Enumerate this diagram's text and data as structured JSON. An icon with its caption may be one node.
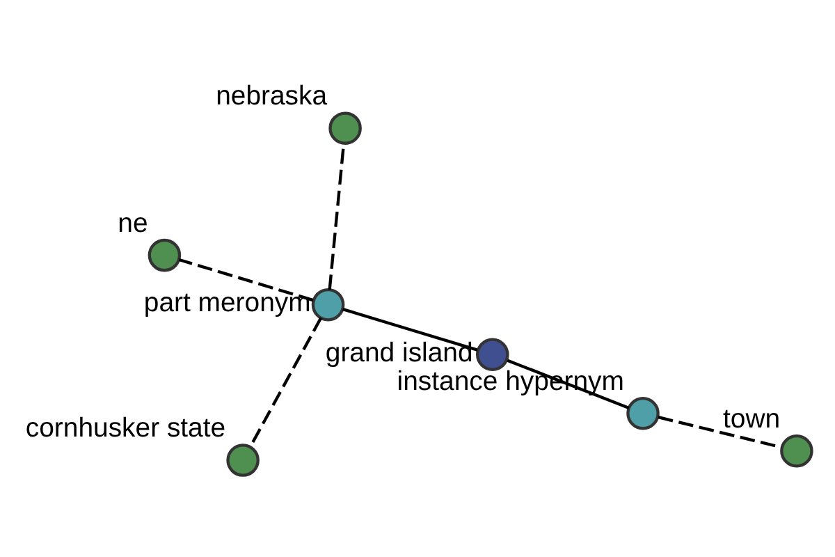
{
  "diagram": {
    "nodes": [
      {
        "text": [
          "nebraska"
        ]
      },
      {
        "text": [
          "cornhusker state"
        ]
      },
      {
        "text": [
          "part meronym"
        ]
      },
      {
        "text": [
          "ne"
        ]
      },
      {
        "text": [
          "grand island"
        ]
      },
      {
        "text": [
          "instance hypernym"
        ]
      },
      {
        "text": [
          "town"
        ]
      }
    ],
    "edges": [
      {
        "from": 2,
        "to": 0,
        "arrow": "none",
        "style": "dashed"
      },
      {
        "from": 2,
        "to": 1,
        "arrow": "none",
        "style": "dashed"
      },
      {
        "from": 2,
        "to": 3,
        "arrow": "none",
        "style": "dashed"
      },
      {
        "from": 4,
        "to": 2,
        "arrow": "none"
      },
      {
        "from": 4,
        "to": 5,
        "arrow": "none"
      },
      {
        "from": 5,
        "to": 6,
        "arrow": "none",
        "style": "dashed"
      }
    ]
  }
}
